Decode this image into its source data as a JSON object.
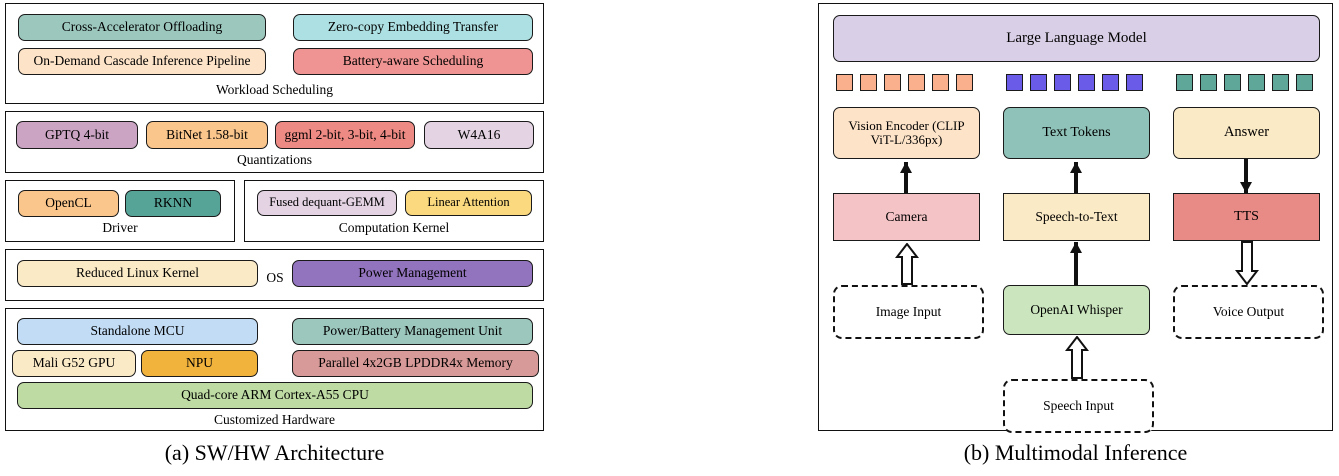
{
  "figure_a": {
    "caption": "(a) SW/HW Architecture",
    "layers": [
      {
        "name": "workload-scheduling",
        "label": "Workload Scheduling",
        "boxes": [
          {
            "text": "Cross-Accelerator Offloading",
            "color": "#9cc7bd"
          },
          {
            "text": "Zero-copy Embedding Transfer",
            "color": "#ade0e2"
          },
          {
            "text": "On-Demand Cascade Inference Pipeline",
            "color": "#fde3c8"
          },
          {
            "text": "Battery-aware Scheduling",
            "color": "#ef9492"
          }
        ]
      },
      {
        "name": "quantizations",
        "label": "Quantizations",
        "boxes": [
          {
            "text": "GPTQ 4-bit",
            "color": "#cba4c4"
          },
          {
            "text": "BitNet 1.58-bit",
            "color": "#fbc68c"
          },
          {
            "text": "ggml 2-bit, 3-bit, 4-bit",
            "color": "#ee8a84"
          },
          {
            "text": "W4A16",
            "color": "#e3d3e3"
          }
        ]
      },
      {
        "name": "driver",
        "label": "Driver",
        "boxes": [
          {
            "text": "OpenCL",
            "color": "#fbc68c"
          },
          {
            "text": "RKNN",
            "color": "#56a397"
          }
        ]
      },
      {
        "name": "computation-kernel",
        "label": "Computation Kernel",
        "boxes": [
          {
            "text": "Fused dequant-GEMM",
            "color": "#e3d3e3"
          },
          {
            "text": "Linear Attention",
            "color": "#fbd97e"
          }
        ]
      },
      {
        "name": "os",
        "label": "OS",
        "boxes": [
          {
            "text": "Reduced Linux Kernel",
            "color": "#fbeac6"
          },
          {
            "text": "Power Management",
            "color": "#9273bd"
          }
        ]
      },
      {
        "name": "customized-hardware",
        "label": "Customized Hardware",
        "boxes": [
          {
            "text": "Standalone MCU",
            "color": "#c2dcf5"
          },
          {
            "text": "Power/Battery Management Unit",
            "color": "#9cc7bd"
          },
          {
            "text": "Mali G52 GPU",
            "color": "#fbeac6"
          },
          {
            "text": "NPU",
            "color": "#f2b33d"
          },
          {
            "text": "Parallel 4x2GB LPDDR4x Memory",
            "color": "#d79a98"
          },
          {
            "text": "Quad-core ARM Cortex-A55 CPU",
            "color": "#bedba3"
          }
        ]
      }
    ]
  },
  "figure_b": {
    "caption": "(b) Multimodal Inference",
    "llm": {
      "text": "Large Language Model",
      "color": "#d9cfe6"
    },
    "token_groups": [
      {
        "name": "vision-tokens",
        "color": "#fab08c",
        "count": 6
      },
      {
        "name": "text-tokens",
        "color": "#6a5ce8",
        "count": 6
      },
      {
        "name": "answer-tokens",
        "color": "#5fa798",
        "count": 6
      }
    ],
    "columns": [
      {
        "name": "vision-column",
        "encoder": {
          "text": "Vision Encoder (CLIP ViT-L/336px)",
          "color": "#fde3c8"
        },
        "device": {
          "text": "Camera",
          "color": "#f4c3c5"
        },
        "source": {
          "text": "Image Input"
        }
      },
      {
        "name": "speech-column",
        "encoder": {
          "text": "Text Tokens",
          "color": "#8fc2b8"
        },
        "device": {
          "text": "Speech-to-Text",
          "color": "#fbeac6"
        },
        "model": {
          "text": "OpenAI Whisper",
          "color": "#cbe6be"
        },
        "source": {
          "text": "Speech Input"
        }
      },
      {
        "name": "answer-column",
        "encoder": {
          "text": "Answer",
          "color": "#fbeac6"
        },
        "device": {
          "text": "TTS",
          "color": "#e88a86"
        },
        "source": {
          "text": "Voice Output"
        }
      }
    ]
  },
  "colors": {
    "outline": "#111111",
    "background": "#ffffff"
  }
}
